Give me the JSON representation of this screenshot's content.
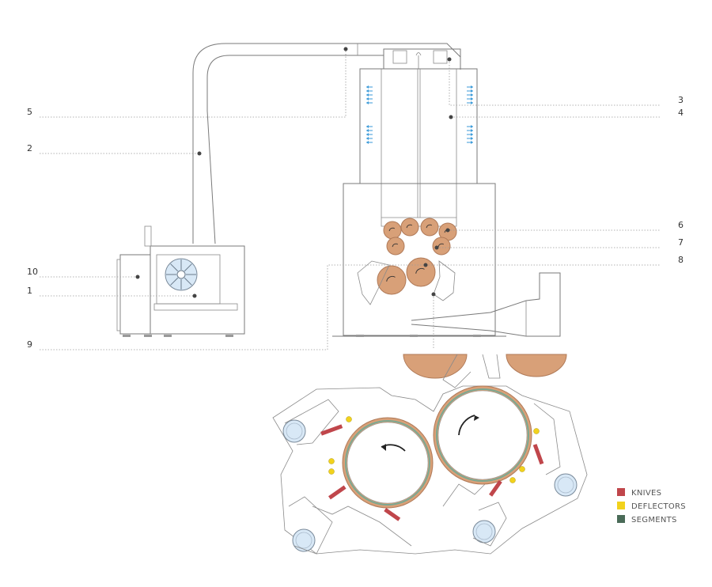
{
  "callouts": [
    {
      "number": "5"
    },
    {
      "number": "2"
    },
    {
      "number": "10"
    },
    {
      "number": "1"
    },
    {
      "number": "9"
    },
    {
      "number": "3"
    },
    {
      "number": "4"
    },
    {
      "number": "6"
    },
    {
      "number": "7"
    },
    {
      "number": "8"
    }
  ],
  "legend": [
    {
      "label": "KNIVES",
      "color": "#c0464b"
    },
    {
      "label": "DEFLECTORS",
      "color": "#f2d21c"
    },
    {
      "label": "SEGMENTS",
      "color": "#4a6b58"
    }
  ],
  "colors": {
    "roll": "#d8a078",
    "roll_stroke": "#b07a58",
    "roll_face": "#ffffff",
    "roll_ring": "#7aa892",
    "arrow_blue": "#3a9ad9",
    "fan_blue": "#d8e8f6"
  }
}
